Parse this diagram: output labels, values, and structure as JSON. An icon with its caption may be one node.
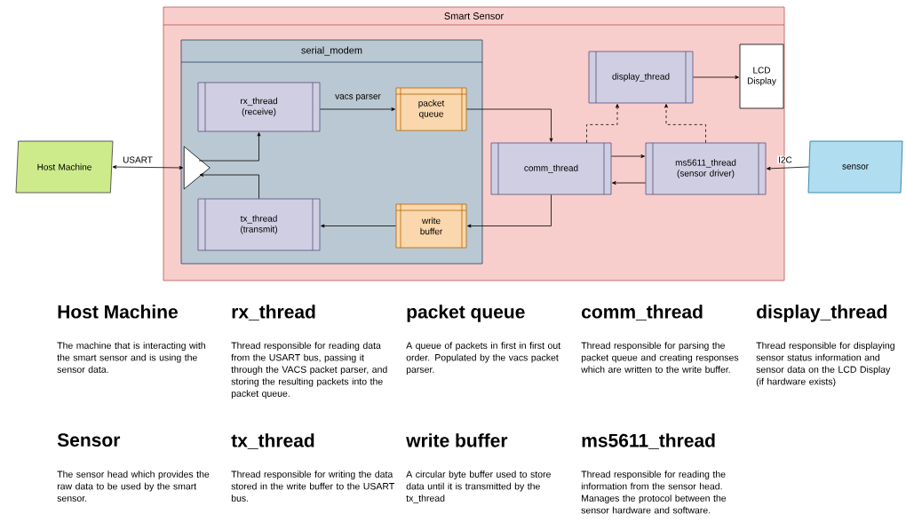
{
  "diagram": {
    "nodes": [
      {
        "text": [
          "Smart Sensor"
        ]
      },
      {
        "text": [
          "serial_modem"
        ],
        "in": 0
      },
      {
        "text": [
          "rx_thread (receive)"
        ],
        "in": 1
      },
      {
        "text": [
          "packet queue"
        ],
        "in": 1
      },
      {
        "text": [
          "tx_thread (transmit)"
        ],
        "in": 1
      },
      {
        "text": [
          "write buffer"
        ],
        "in": 1
      },
      {
        "text": [],
        "shape": "triangle",
        "in": 1
      },
      {
        "text": [
          "comm_thread"
        ],
        "in": 0
      },
      {
        "text": [
          "display_thread"
        ],
        "in": 0
      },
      {
        "text": [
          "ms5611_thread (sensor driver)"
        ],
        "in": 0
      },
      {
        "text": [
          "LCD Display"
        ],
        "in": 0
      },
      {
        "text": [
          "Host Machine"
        ]
      },
      {
        "text": [
          "sensor"
        ]
      }
    ],
    "edges": [
      {
        "from": 11,
        "to": 6,
        "arrow": "both",
        "label": "USART"
      },
      {
        "from": 6,
        "to": 2,
        "arrow": "to"
      },
      {
        "from": 4,
        "to": 6,
        "arrow": "to"
      },
      {
        "from": 2,
        "to": 3,
        "arrow": "to",
        "label": "vacs parser"
      },
      {
        "from": 3,
        "to": 7,
        "arrow": "to"
      },
      {
        "from": 7,
        "to": 5,
        "arrow": "to"
      },
      {
        "from": 5,
        "to": 4,
        "arrow": "to"
      },
      {
        "from": 7,
        "to": 9,
        "arrow": "to"
      },
      {
        "from": 9,
        "to": 7,
        "arrow": "to"
      },
      {
        "from": 7,
        "to": 8,
        "arrow": "to",
        "style": "dashed"
      },
      {
        "from": 9,
        "to": 8,
        "arrow": "to",
        "style": "dashed"
      },
      {
        "from": 8,
        "to": 10,
        "arrow": "to"
      },
      {
        "from": 12,
        "to": 9,
        "arrow": "to",
        "label": "I2C"
      }
    ],
    "labels": [
      "Host Machine",
      "The machine that is interacting with the smart sensor and is using the sensor data.",
      "rx_thread",
      "Thread responsible for reading data from the USART bus, passing it through the VACS packet parser, and storing the resulting packets into the packet queue.",
      "packet queue",
      "A queue of packets in first in first out order. Populated by the vacs packet parser.",
      "comm_thread",
      "Thread responsible for parsing the packet queue and creating responses which are written to the write buffer.",
      "display_thread",
      "Thread responsible for displaying sensor status information and sensor data on the LCD Display (if hardware exists)",
      "Sensor",
      "The sensor head which provides the raw data to be used by the smart sensor.",
      "tx_thread",
      "Thread responsible for writing the data stored in the write buffer to the USART bus.",
      "write buffer",
      "A circular byte buffer used to store data until it is transmitted by the tx_thread",
      "ms5611_thread",
      "Thread responsible for reading the information from the sensor head. Manages the protocol between the sensor hardware and software."
    ]
  }
}
